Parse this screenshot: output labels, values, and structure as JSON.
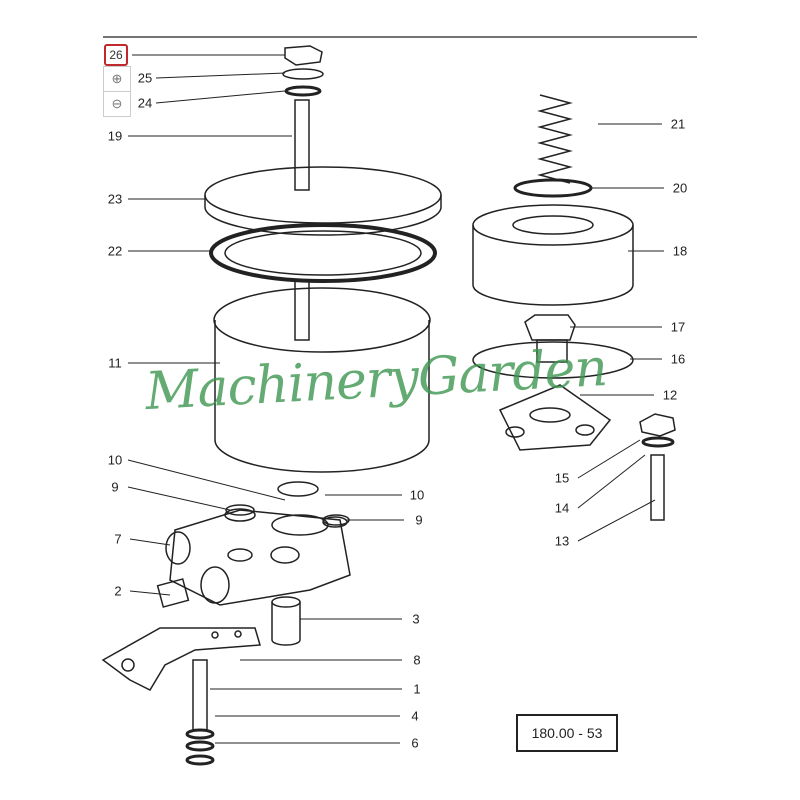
{
  "diagram": {
    "reference_code": "180.00 - 53",
    "watermark": "MachineryGarden",
    "callouts_left": [
      "26",
      "25",
      "24",
      "19",
      "23",
      "22",
      "11",
      "10",
      "9",
      "7",
      "2"
    ],
    "callouts_right": [
      "21",
      "20",
      "18",
      "17",
      "16",
      "12",
      "15",
      "14",
      "13",
      "10",
      "9",
      "3",
      "8",
      "1",
      "4",
      "6"
    ]
  },
  "controls": {
    "fullscreen_icon": "fullscreen-icon",
    "zoom_in_icon": "zoom-in-icon",
    "zoom_out_icon": "zoom-out-icon",
    "zoom_in": "⊕",
    "zoom_out": "⊖"
  },
  "colors": {
    "watermark": "#3c9650",
    "control_border": "#c0282c"
  }
}
